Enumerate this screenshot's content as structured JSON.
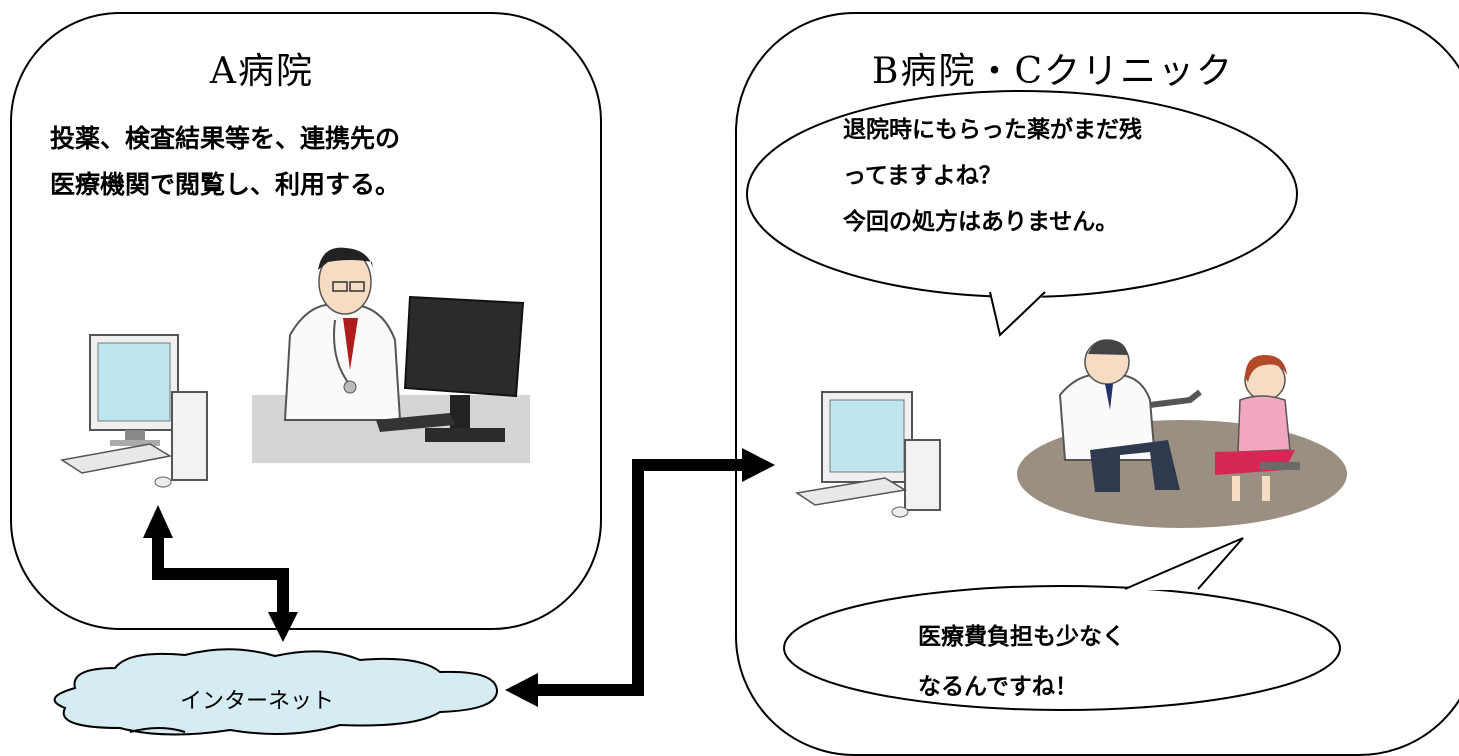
{
  "hospital_a": {
    "title": "A病院",
    "description_line1": "投薬、検査結果等を、連携先の",
    "description_line2": "医療機関で閲覧し、利用する。"
  },
  "hospital_b": {
    "title": "B病院・Cクリニック",
    "doctor_speech_line1": "退院時にもらった薬がまだ残",
    "doctor_speech_line2": "ってますよね？",
    "doctor_speech_line3": "今回の処方はありません。",
    "patient_speech_line1": "医療費負担も少なく",
    "patient_speech_line2": "なるんですね！"
  },
  "network": {
    "label": "インターネット"
  },
  "colors": {
    "stroke": "#000000",
    "cloud_fill": "#d6ecf3",
    "monitor_screen": "#bfe6f0",
    "floor": "#9b8f82",
    "desk": "#d5d5d5"
  },
  "icons": [
    "computer-icon",
    "doctor-at-monitor-illustration",
    "consultation-illustration",
    "cloud-icon",
    "arrow-icon"
  ]
}
